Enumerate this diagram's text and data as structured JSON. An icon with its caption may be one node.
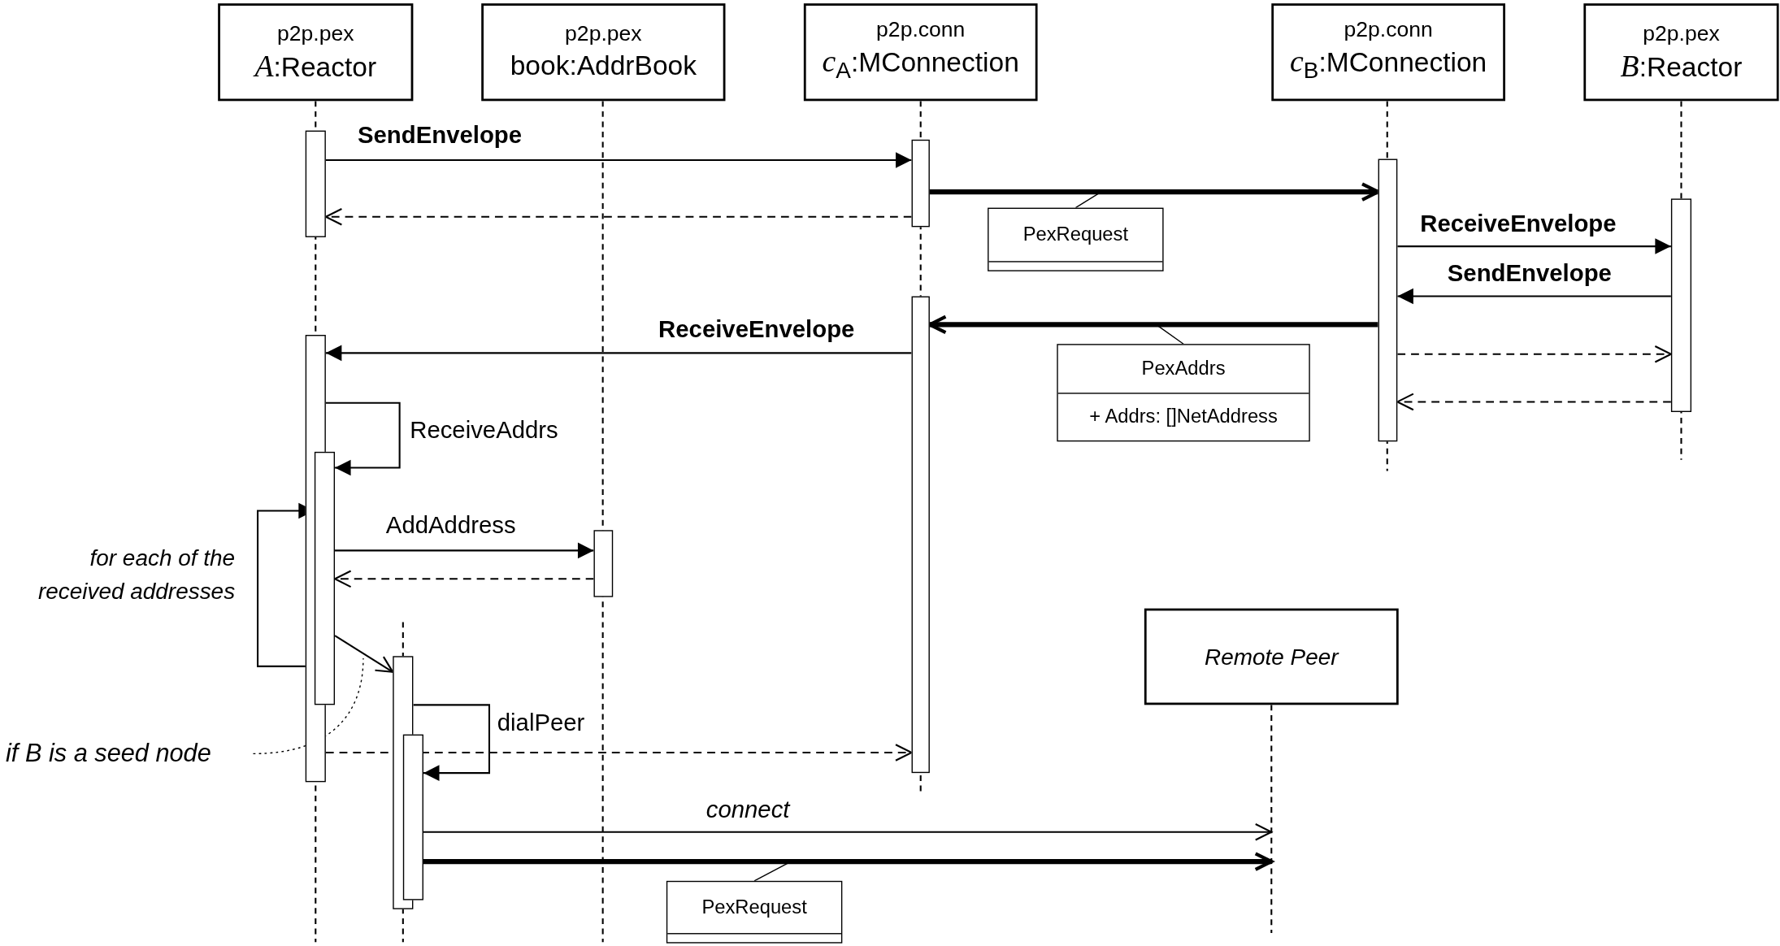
{
  "diagram": {
    "nodes": [
      {
        "text": [
          "p2p.pex",
          "*A*:Reactor"
        ]
      },
      {
        "text": [
          "p2p.pex",
          "book:AddrBook"
        ]
      },
      {
        "text": [
          "p2p.conn",
          "*c*$_{A}$:MConnection"
        ]
      },
      {
        "text": [
          "p2p.conn",
          "*c*$_{B}$:MConnection"
        ]
      },
      {
        "text": [
          "p2p.pex",
          "*B*:Reactor"
        ]
      },
      {
        "text": [
          "Remote Peer"
        ]
      },
      {
        "text": [],
        "shape": "bar"
      },
      {
        "text": [],
        "shape": "bar"
      },
      {
        "text": [],
        "shape": "bar"
      },
      {
        "text": [],
        "shape": "bar"
      },
      {
        "text": [],
        "shape": "bar"
      },
      {
        "text": [],
        "shape": "bar"
      },
      {
        "text": [],
        "shape": "bar"
      },
      {
        "text": [],
        "shape": "bar"
      },
      {
        "text": [],
        "shape": "bar"
      },
      {
        "text": [],
        "shape": "bar"
      },
      {
        "text": [
          "PexRequest"
        ]
      },
      {
        "text": [
          "PexAddrs",
          "+ Addrs: []NetAddress"
        ]
      },
      {
        "text": [
          "PexRequest"
        ]
      },
      {
        "text": [
          "if B is a seed node"
        ]
      }
    ],
    "edges": [
      {
        "from": 6,
        "to": 7,
        "arrow": "to",
        "label": "SendEnvelope"
      },
      {
        "from": 7,
        "to": 6,
        "arrow": "to",
        "style": "dashed"
      },
      {
        "from": 7,
        "to": 8,
        "arrow": "to",
        "style": "thick"
      },
      {
        "from": 8,
        "to": 9,
        "arrow": "to",
        "label": "ReceiveEnvelope"
      },
      {
        "from": 9,
        "to": 8,
        "arrow": "to",
        "label": "SendEnvelope"
      },
      {
        "from": 8,
        "to": 9,
        "arrow": "to",
        "style": "dashed"
      },
      {
        "from": 9,
        "to": 8,
        "arrow": "to",
        "style": "dashed"
      },
      {
        "from": 8,
        "to": 10,
        "arrow": "to",
        "style": "thick"
      },
      {
        "from": 10,
        "to": 11,
        "arrow": "to",
        "label": "ReceiveEnvelope"
      },
      {
        "from": 11,
        "to": 12,
        "arrow": "to",
        "label": "ReceiveAddrs"
      },
      {
        "from": 12,
        "to": 12,
        "arrow": "to",
        "label": "for each of the received addresses"
      },
      {
        "from": 12,
        "to": 13,
        "arrow": "to",
        "label": "AddAddress"
      },
      {
        "from": 13,
        "to": 12,
        "arrow": "to",
        "style": "dashed"
      },
      {
        "from": 12,
        "to": 14,
        "arrow": "to"
      },
      {
        "from": 11,
        "to": 10,
        "arrow": "to",
        "style": "dashed"
      },
      {
        "from": 14,
        "to": 15,
        "arrow": "to",
        "label": "dialPeer"
      },
      {
        "from": 15,
        "to": 5,
        "arrow": "to",
        "label": "connect"
      },
      {
        "from": 15,
        "to": 5,
        "arrow": "to",
        "style": "thick"
      },
      {
        "from": 16,
        "to": null,
        "arrow": "none"
      },
      {
        "from": 17,
        "to": null,
        "arrow": "none"
      },
      {
        "from": 18,
        "to": null,
        "arrow": "none"
      },
      {
        "from": 19,
        "to": null,
        "arrow": "none",
        "style": "dashed"
      }
    ]
  }
}
